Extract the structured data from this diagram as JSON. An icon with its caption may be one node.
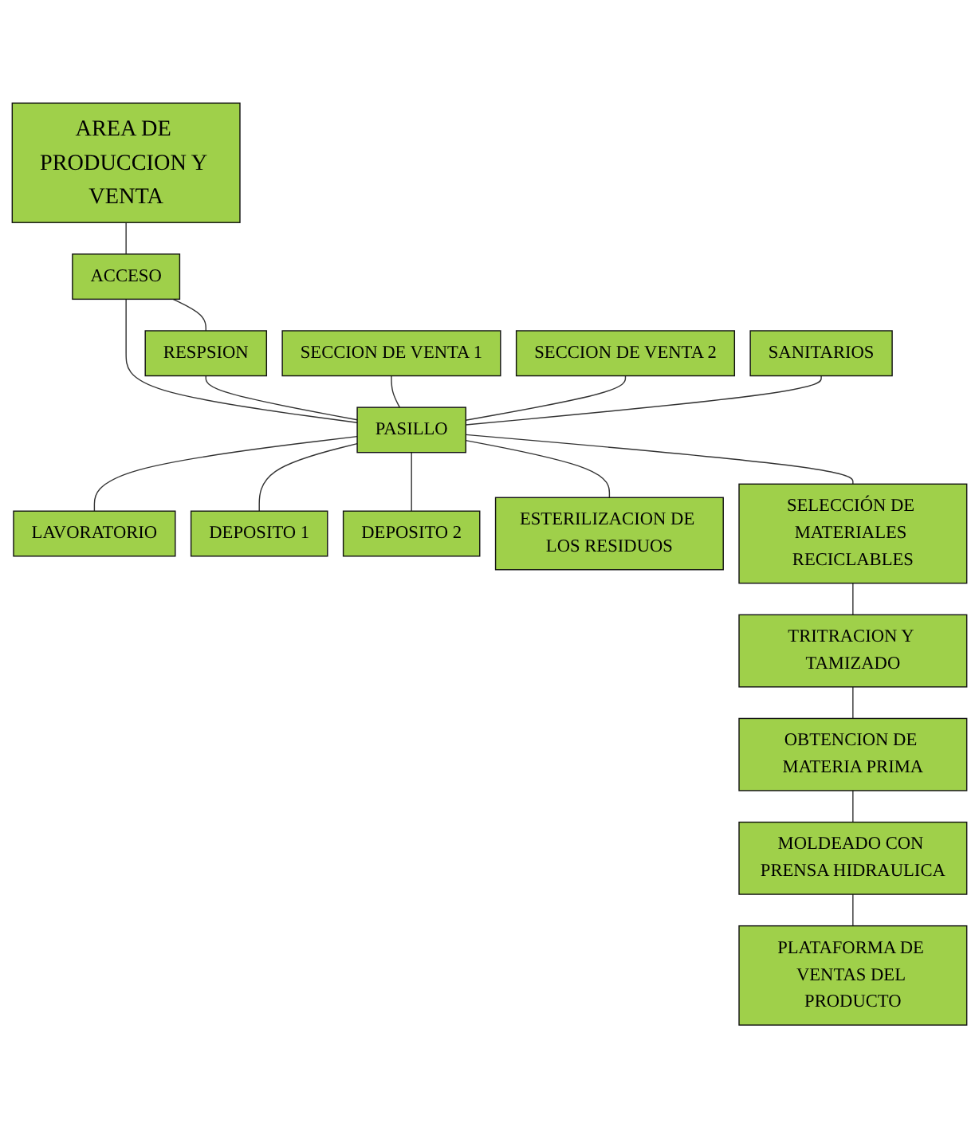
{
  "diagram": {
    "nodes": [
      {
        "text": [
          "AREA DE PRODUCCION Y VENTA"
        ]
      },
      {
        "text": [
          "ACCESO"
        ]
      },
      {
        "text": [
          "RESPSION"
        ]
      },
      {
        "text": [
          "SECCION DE VENTA 1"
        ]
      },
      {
        "text": [
          "SECCION DE VENTA 2"
        ]
      },
      {
        "text": [
          "SANITARIOS"
        ]
      },
      {
        "text": [
          "PASILLO"
        ]
      },
      {
        "text": [
          "LAVORATORIO"
        ]
      },
      {
        "text": [
          "DEPOSITO 1"
        ]
      },
      {
        "text": [
          "DEPOSITO 2"
        ]
      },
      {
        "text": [
          "ESTERILIZACION DE LOS RESIDUOS"
        ]
      },
      {
        "text": [
          "SELECCIÓN DE MATERIALES RECICLABLES"
        ]
      },
      {
        "text": [
          "TRITRACION Y TAMIZADO"
        ]
      },
      {
        "text": [
          "OBTENCION DE MATERIA PRIMA"
        ]
      },
      {
        "text": [
          "MOLDEADO CON PRENSA HIDRAULICA"
        ]
      },
      {
        "text": [
          "PLATAFORMA DE VENTAS DEL PRODUCTO"
        ]
      }
    ],
    "edges": [
      {
        "from": 0,
        "to": 1,
        "arrow": "none"
      },
      {
        "from": 1,
        "to": 2,
        "arrow": "none"
      },
      {
        "from": 1,
        "to": 6,
        "arrow": "none"
      },
      {
        "from": 2,
        "to": 6,
        "arrow": "none"
      },
      {
        "from": 3,
        "to": 6,
        "arrow": "none"
      },
      {
        "from": 4,
        "to": 6,
        "arrow": "none"
      },
      {
        "from": 5,
        "to": 6,
        "arrow": "none"
      },
      {
        "from": 6,
        "to": 7,
        "arrow": "none"
      },
      {
        "from": 6,
        "to": 8,
        "arrow": "none"
      },
      {
        "from": 6,
        "to": 9,
        "arrow": "none"
      },
      {
        "from": 6,
        "to": 10,
        "arrow": "none"
      },
      {
        "from": 6,
        "to": 11,
        "arrow": "none"
      },
      {
        "from": 11,
        "to": 12,
        "arrow": "none"
      },
      {
        "from": 12,
        "to": 13,
        "arrow": "none"
      },
      {
        "from": 13,
        "to": 14,
        "arrow": "none"
      },
      {
        "from": 14,
        "to": 15,
        "arrow": "none"
      }
    ]
  }
}
